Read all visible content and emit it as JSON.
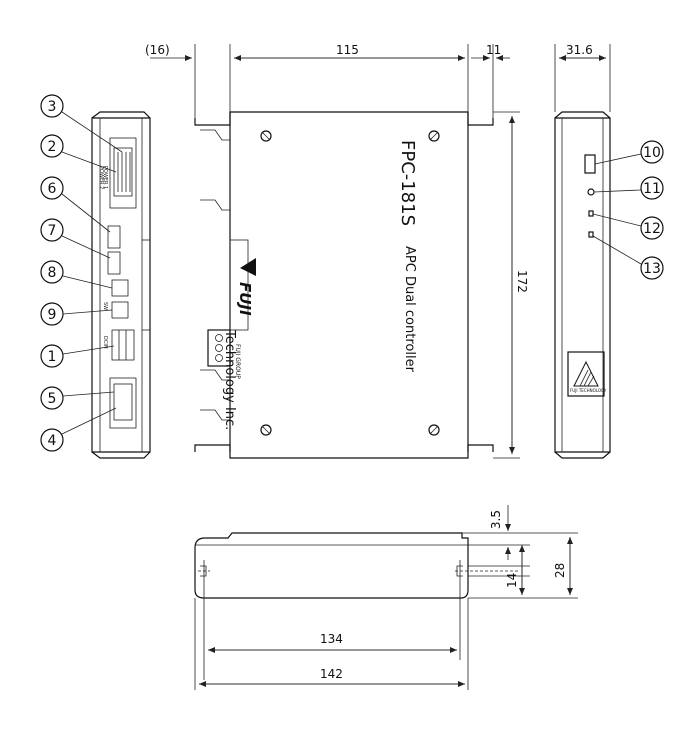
{
  "dimensions": {
    "d16": "(16)",
    "d115": "115",
    "d11": "11",
    "d31_6": "31.6",
    "d172": "172",
    "d3_5": "3.5",
    "d14": "14",
    "d28": "28",
    "d134": "134",
    "d142": "142"
  },
  "callouts": [
    "3",
    "2",
    "6",
    "7",
    "8",
    "9",
    "1",
    "5",
    "4",
    "10",
    "11",
    "12",
    "13"
  ],
  "product": {
    "model": "FPC-181S",
    "subtitle": "APC Dual controller",
    "brand": "FUJI",
    "brand_sub": "Technology Inc.",
    "group": "FUJI GROUP",
    "side_logo_text": "FUJI TECHNOLOGY"
  },
  "left_labels": {
    "power1": "POWER 1",
    "power2": "POWER 2",
    "sw": "SW",
    "dcin": "DCIN"
  }
}
